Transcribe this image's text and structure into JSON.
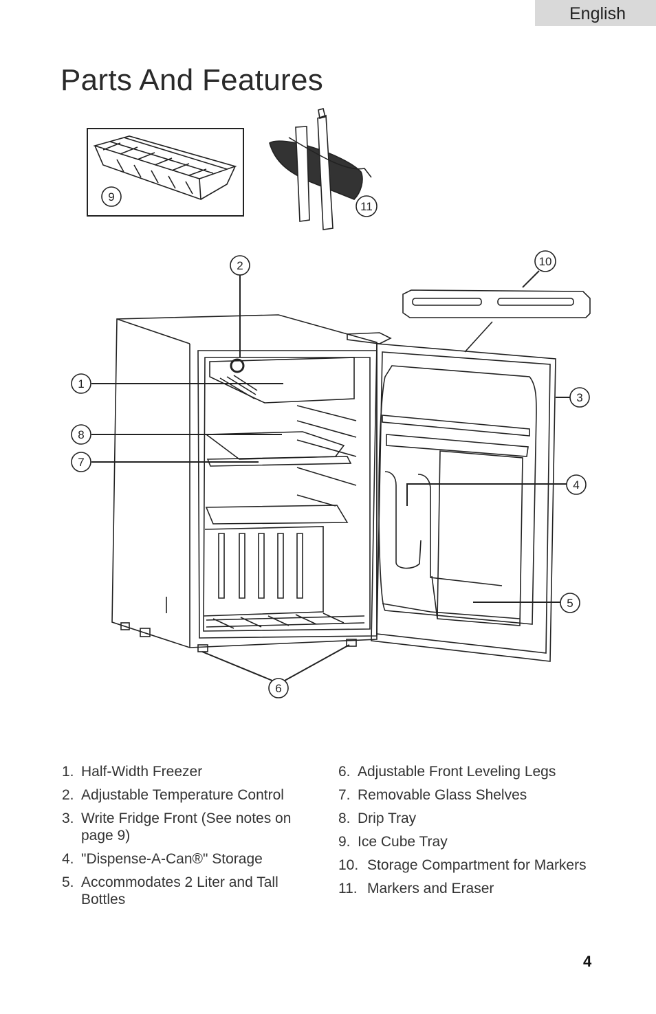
{
  "header": {
    "language": "English"
  },
  "title": "Parts And Features",
  "callouts": [
    "1",
    "2",
    "3",
    "4",
    "5",
    "6",
    "7",
    "8",
    "9",
    "10",
    "11"
  ],
  "parts_left": [
    {
      "num": "1.",
      "label": "Half-Width Freezer"
    },
    {
      "num": "2.",
      "label": "Adjustable Temperature Control"
    },
    {
      "num": "3.",
      "label": "Write Fridge Front (See notes on page 9)"
    },
    {
      "num": "4.",
      "label": "\"Dispense-A-Can®\" Storage"
    },
    {
      "num": "5.",
      "label": "Accommodates 2 Liter and Tall Bottles"
    }
  ],
  "parts_right": [
    {
      "num": "6.",
      "label": "Adjustable Front Leveling Legs"
    },
    {
      "num": "7.",
      "label": "Removable Glass Shelves"
    },
    {
      "num": "8.",
      "label": "Drip Tray"
    },
    {
      "num": "9.",
      "label": "Ice Cube Tray"
    },
    {
      "num": "10.",
      "label": "Storage Compartment for Markers"
    },
    {
      "num": "11.",
      "label": "Markers and Eraser"
    }
  ],
  "page_number": "4",
  "colors": {
    "tab": "#d9d9d9",
    "ink": "#222222"
  }
}
